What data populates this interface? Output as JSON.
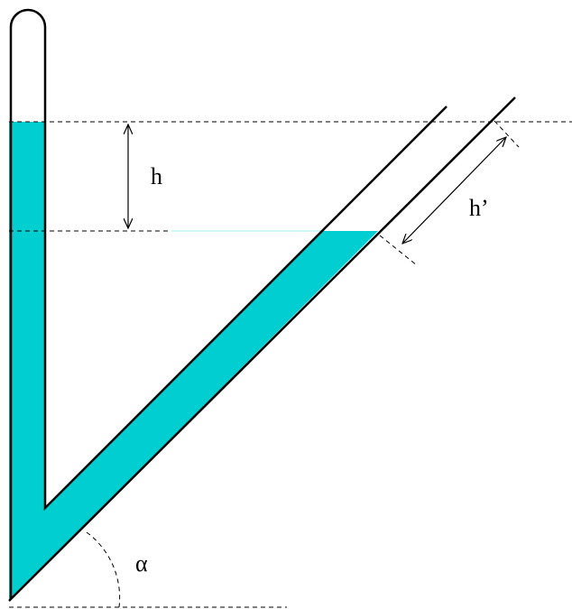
{
  "diagram": {
    "liquid_color": "#00CED1",
    "line_color": "#000000",
    "labels": {
      "h": "h",
      "h_prime": "h’",
      "alpha": "α"
    }
  }
}
